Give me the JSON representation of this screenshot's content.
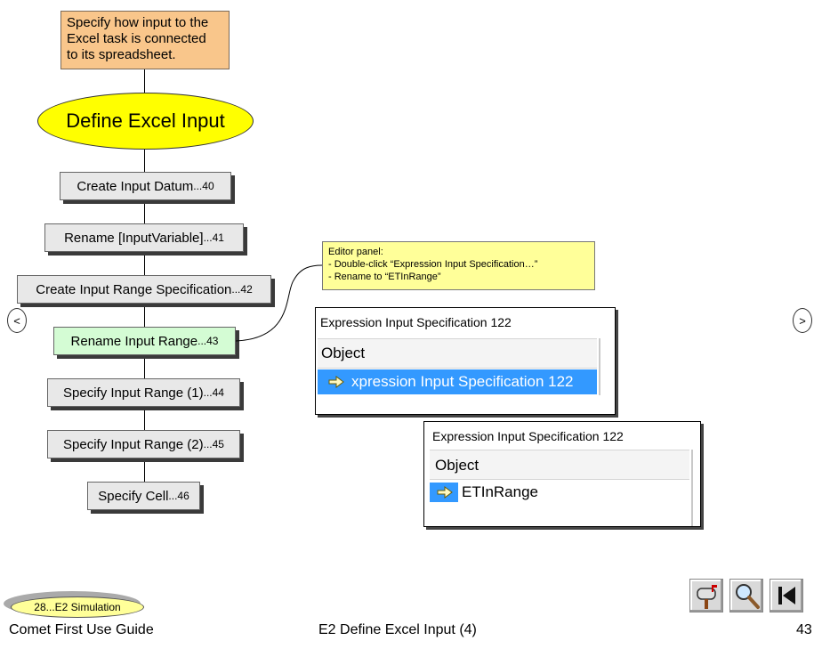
{
  "note": {
    "lines": [
      "Specify how input to the",
      "Excel task is connected",
      "to its spreadsheet."
    ]
  },
  "title_ellipse": "Define Excel Input",
  "steps": [
    {
      "label": "Create Input Datum",
      "num": "...40"
    },
    {
      "label": "Rename [InputVariable]",
      "num": "...41"
    },
    {
      "label": "Create Input Range Specification",
      "num": "...42"
    },
    {
      "label": "Rename Input Range",
      "num": "...43"
    },
    {
      "label": "Specify Input Range (1)",
      "num": "...44"
    },
    {
      "label": "Specify Input Range (2)",
      "num": "...45"
    },
    {
      "label": "Specify Cell",
      "num": "...46"
    }
  ],
  "callout": {
    "lines": [
      "Editor panel:",
      "- Double-click “Expression Input Specification…”",
      "- Rename to “ETInRange”"
    ]
  },
  "nav": {
    "prev": "<",
    "next": ">"
  },
  "panel1": {
    "title": "Expression Input Specification 122",
    "column": "Object",
    "row": "xpression Input Specification 122"
  },
  "panel2": {
    "title": "Expression Input Specification 122",
    "column": "Object",
    "row": "ETInRange"
  },
  "back_link": "28...E2 Simulation",
  "footer": {
    "left": "Comet First Use Guide",
    "center": "E2 Define Excel Input (4)",
    "page": "43"
  },
  "colors": {
    "note": "#f9c68b",
    "ellipse": "#ffff00",
    "step": "#e8e8e8",
    "active_step": "#d4fcd4",
    "callout": "#ffff99",
    "selection": "#3399ff"
  },
  "icons": [
    "mailbox-icon",
    "magnifier-icon",
    "first-page-icon"
  ]
}
